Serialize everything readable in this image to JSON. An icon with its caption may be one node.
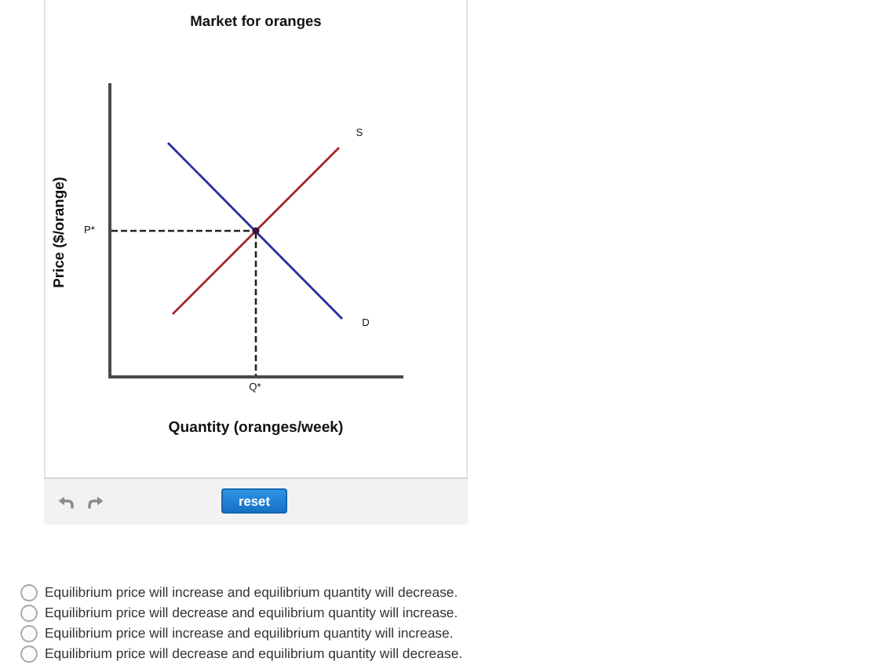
{
  "diagram": {
    "title": "Market for oranges",
    "labels": [
      "S",
      "Price ($/orange)",
      "P*",
      "D",
      "Q*",
      "Quantity (oranges/week)",
      "reset",
      "Equilibrium price will increase and equilibrium quantity will decrease.",
      "Equilibrium price will decrease and equilibrium quantity will increase.",
      "Equilibrium price will increase and equilibrium quantity will increase.",
      "Equilibrium price will decrease and equilibrium quantity will decrease."
    ]
  }
}
